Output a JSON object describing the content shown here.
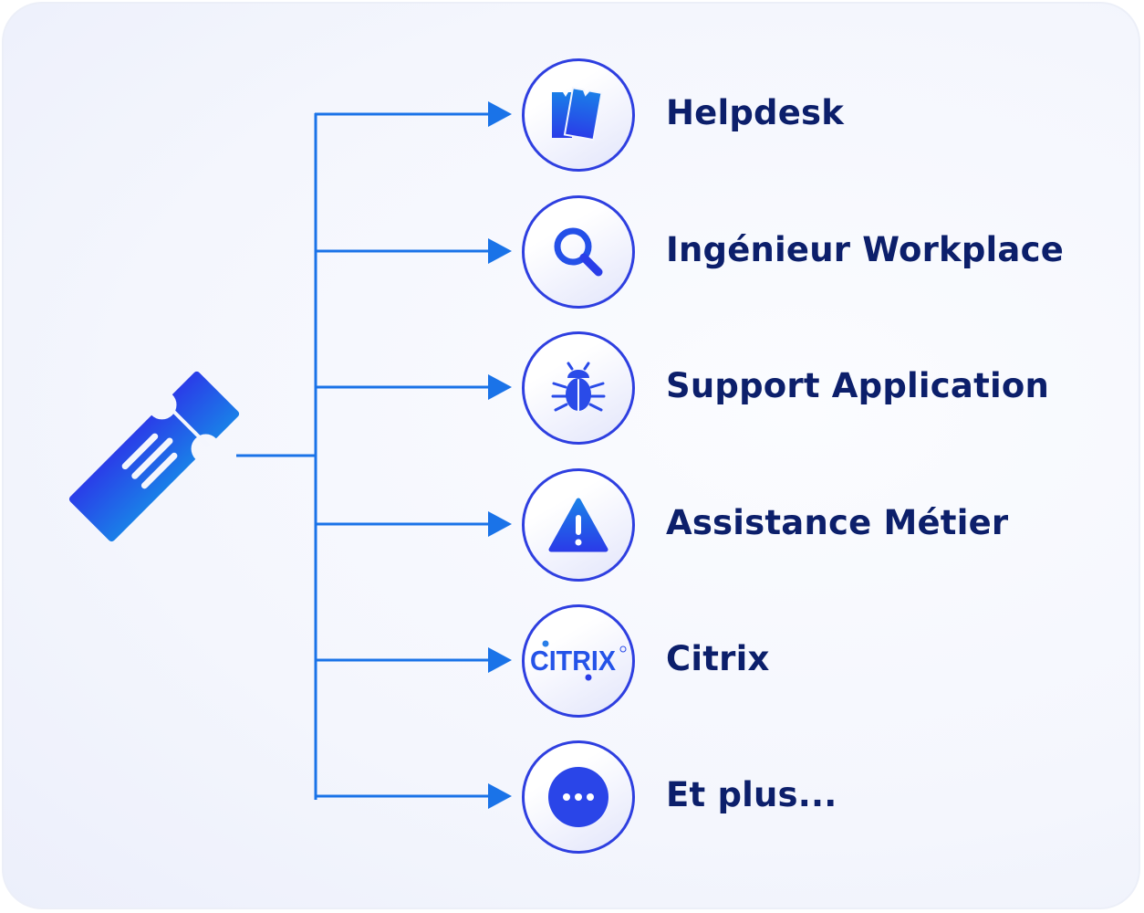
{
  "source_icon": "ticket-icon",
  "colors": {
    "line": "#1a73e8",
    "border": "#2e3fe0",
    "text": "#0c1f6b",
    "icon_top": "#1a7fe8",
    "icon_bottom": "#2a3de8"
  },
  "items": [
    {
      "label": "Helpdesk",
      "icon": "tickets-icon"
    },
    {
      "label": "Ingénieur Workplace",
      "icon": "search-icon"
    },
    {
      "label": "Support Application",
      "icon": "bug-icon"
    },
    {
      "label": "Assistance Métier",
      "icon": "warning-icon"
    },
    {
      "label": "Citrix",
      "icon": "citrix-logo",
      "logo_text": "CITRIX"
    },
    {
      "label": "Et plus...",
      "icon": "more-icon"
    }
  ]
}
